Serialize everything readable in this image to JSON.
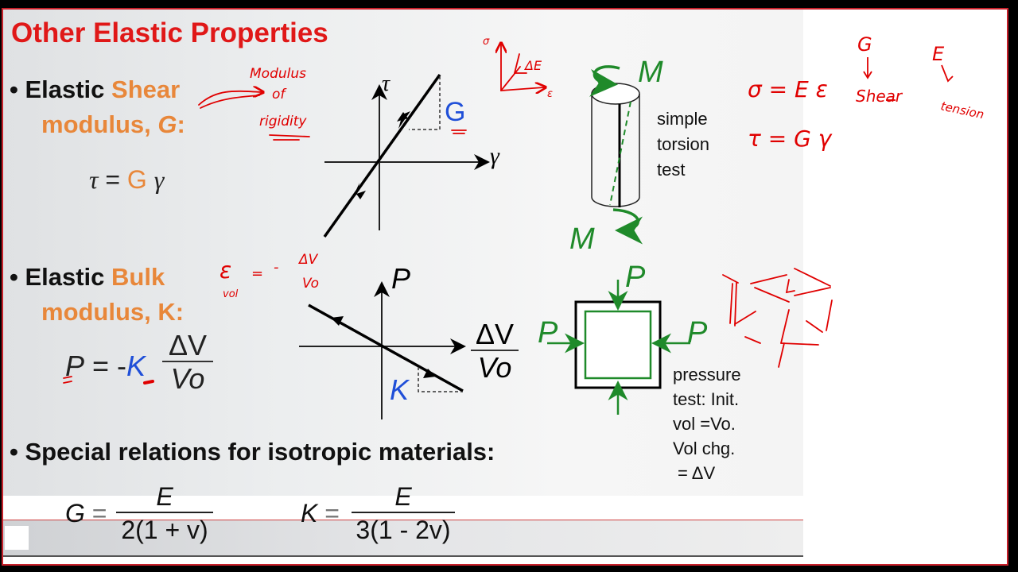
{
  "slide": {
    "title": "Other Elastic Properties",
    "shear": {
      "bullet_prefix": "• Elastic ",
      "bullet_highlight": "Shear",
      "line2": "modulus, ",
      "line2_var": "G",
      "line2_suffix": ":",
      "equation": {
        "lhs": "τ",
        "eq": "=",
        "coef": "G",
        "rhs": "γ"
      },
      "diagram": {
        "y_axis": "τ",
        "x_axis": "γ",
        "slope_label": "G"
      }
    },
    "torsion": {
      "moment_label": "M",
      "caption": [
        "simple",
        "torsion",
        "test"
      ]
    },
    "bulk": {
      "bullet_prefix": "• Elastic ",
      "bullet_highlight": "Bulk",
      "line2": "modulus, K:",
      "equation": {
        "lhs": "P",
        "eq": "= -",
        "coef": "K",
        "num": "ΔV",
        "den": "Vo"
      },
      "diagram": {
        "y_axis": "P",
        "x_num": "ΔV",
        "x_den": "Vo",
        "slope_label": "K"
      }
    },
    "pressure": {
      "force_label": "P",
      "caption": [
        "pressure",
        "test: Init.",
        "vol =Vo.",
        "Vol chg.",
        "= ΔV"
      ]
    },
    "special": {
      "bullet": "• Special relations for isotropic materials:",
      "g_formula": {
        "lhs": "G",
        "eq": "=",
        "num": "E",
        "den": "2(1 + v)"
      },
      "k_formula": {
        "lhs": "K",
        "eq": "=",
        "num": "E",
        "den": "3(1 - 2v)"
      }
    }
  },
  "annotations": {
    "modulus_of_rigidity": [
      "Modulus",
      "of",
      "rigidity"
    ],
    "stress_strain_sketch": {
      "y": "σ",
      "x": "ε",
      "slope": "ΔE"
    },
    "vol_strain": {
      "lhs": "ε",
      "sub": "vol",
      "eq": "=",
      "rhs_num": "ΔV",
      "rhs_den": "Vo",
      "sign": "-"
    },
    "board": {
      "line1": "σ = E ε",
      "line2": "τ = G γ",
      "G_label": "G",
      "G_arrow_text": "Shear",
      "E_label": "E",
      "E_arrow_text": "tension"
    }
  },
  "colors": {
    "title_red": "#e01818",
    "orange": "#e8873a",
    "blue": "#1f4fd8",
    "green": "#1f8a2a",
    "ink_red": "#e00000",
    "frame_red": "#c8202a"
  }
}
